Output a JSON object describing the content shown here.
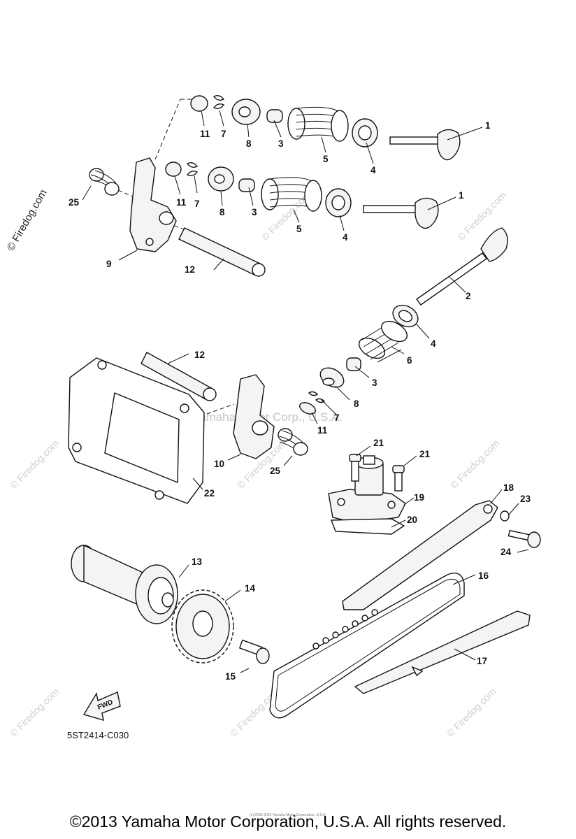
{
  "diagram": {
    "watermark_vertical": "© Firedog.com",
    "watermark_faint": "© Firedog.com",
    "center_watermark": "Yamaha Motor Corp., U.S.A.",
    "diagram_code": "5ST2414-C030",
    "fwd_label": "FWD",
    "labels": {
      "l1a": "1",
      "l1b": "1",
      "l2": "2",
      "l3a": "3",
      "l3b": "3",
      "l3c": "3",
      "l4a": "4",
      "l4b": "4",
      "l4c": "4",
      "l5a": "5",
      "l5b": "5",
      "l6": "6",
      "l7a": "7",
      "l7b": "7",
      "l7c": "7",
      "l8a": "8",
      "l8b": "8",
      "l8c": "8",
      "l9": "9",
      "l10": "10",
      "l11a": "11",
      "l11b": "11",
      "l11c": "11",
      "l12a": "12",
      "l12b": "12",
      "l13": "13",
      "l14": "14",
      "l15": "15",
      "l16": "16",
      "l17": "17",
      "l18": "18",
      "l19": "19",
      "l20": "20",
      "l21a": "21",
      "l21b": "21",
      "l22": "22",
      "l23": "23",
      "l24": "24",
      "l25a": "25",
      "l25b": "25"
    }
  },
  "footer": {
    "copyright": "©2013 Yamaha Motor Corporation, U.S.A. All rights reserved.",
    "small_print": "(c) 2006-2016 Yamaha Motor Corporation, U.S.A."
  }
}
